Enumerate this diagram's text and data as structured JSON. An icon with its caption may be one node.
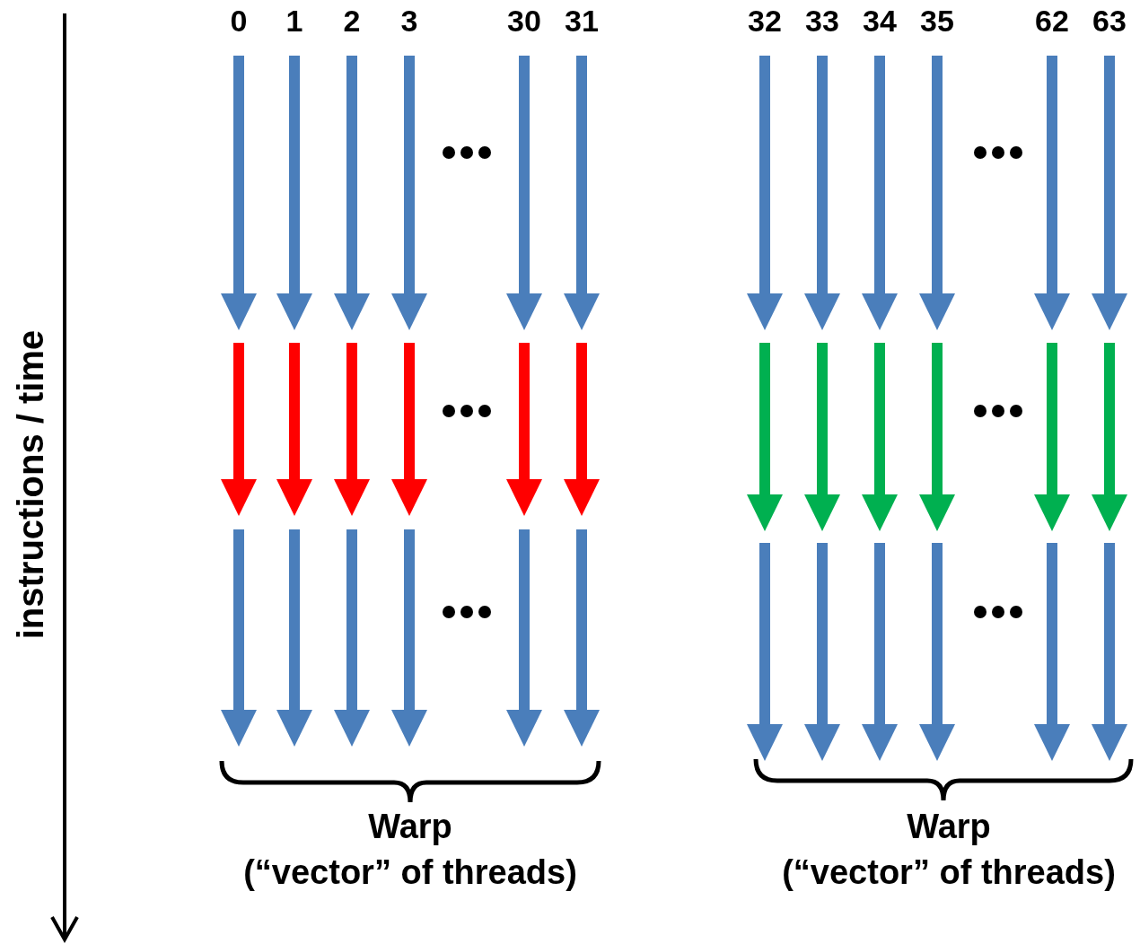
{
  "diagram": {
    "labels": [
      "0",
      "1",
      "2",
      "3",
      "30",
      "31",
      "32",
      "33",
      "34",
      "35",
      "62",
      "63",
      "instructions / time",
      "Warp",
      "(“vector” of threads)",
      "Warp",
      "(“vector” of threads)"
    ]
  }
}
